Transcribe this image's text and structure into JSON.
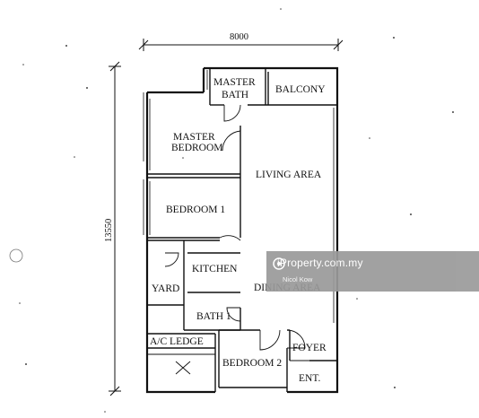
{
  "dimensions": {
    "width_label": "8000",
    "height_label": "13550"
  },
  "rooms": {
    "master_bath": "MASTER BATH",
    "balcony": "BALCONY",
    "master_bedroom_line1": "MASTER",
    "master_bedroom_line2": "BEDROOM",
    "living_area": "LIVING AREA",
    "bedroom_1": "BEDROOM 1",
    "kitchen": "KITCHEN",
    "yard": "YARD",
    "dining_area": "DINING AREA",
    "bath_1": "BATH 1",
    "ac_ledge": "A/C LEDGE",
    "foyer": "FOYER",
    "bedroom_2": "BEDROOM 2",
    "entrance": "ENT."
  },
  "watermark": {
    "site": "iProperty.com.my",
    "agent": "Nicol Kow"
  }
}
